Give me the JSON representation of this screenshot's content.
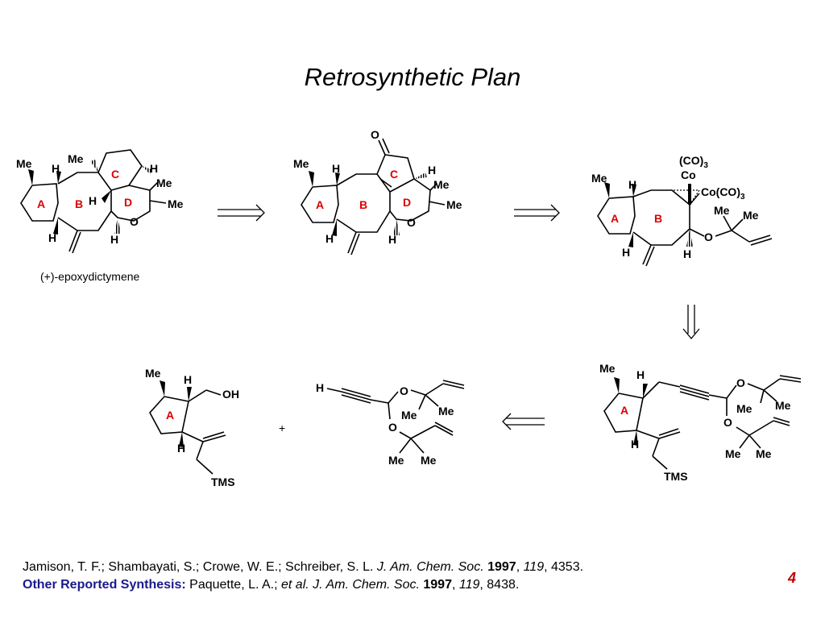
{
  "title": "Retrosynthetic Plan",
  "compound_name": "(+)-epoxydictymene",
  "plus_sign": "+",
  "atoms": {
    "me": "Me",
    "h": "H",
    "o": "O",
    "oh": "OH",
    "co": "Co",
    "co3": "(CO)",
    "co_co3": "Co(CO)",
    "subscript_3": "3",
    "tms": "TMS"
  },
  "ring_labels": {
    "a": "A",
    "b": "B",
    "c": "C",
    "d": "D"
  },
  "references": {
    "ref1_authors": "Jamison, T. F.; Shambayati, S.; Crowe, W. E.; Schreiber, S. L. ",
    "ref1_journal": "J. Am. Chem. Soc.",
    "ref1_year": "1997",
    "ref1_volume": "119",
    "ref1_pages": ", 4353.",
    "other_label": "Other Reported Synthesis:",
    "ref2_authors": " Paquette, L. A.; ",
    "ref2_etal": "et al. J. Am. Chem. Soc.",
    "ref2_year": "1997",
    "ref2_volume": "119",
    "ref2_pages": ", 8438."
  },
  "page_number": "4"
}
